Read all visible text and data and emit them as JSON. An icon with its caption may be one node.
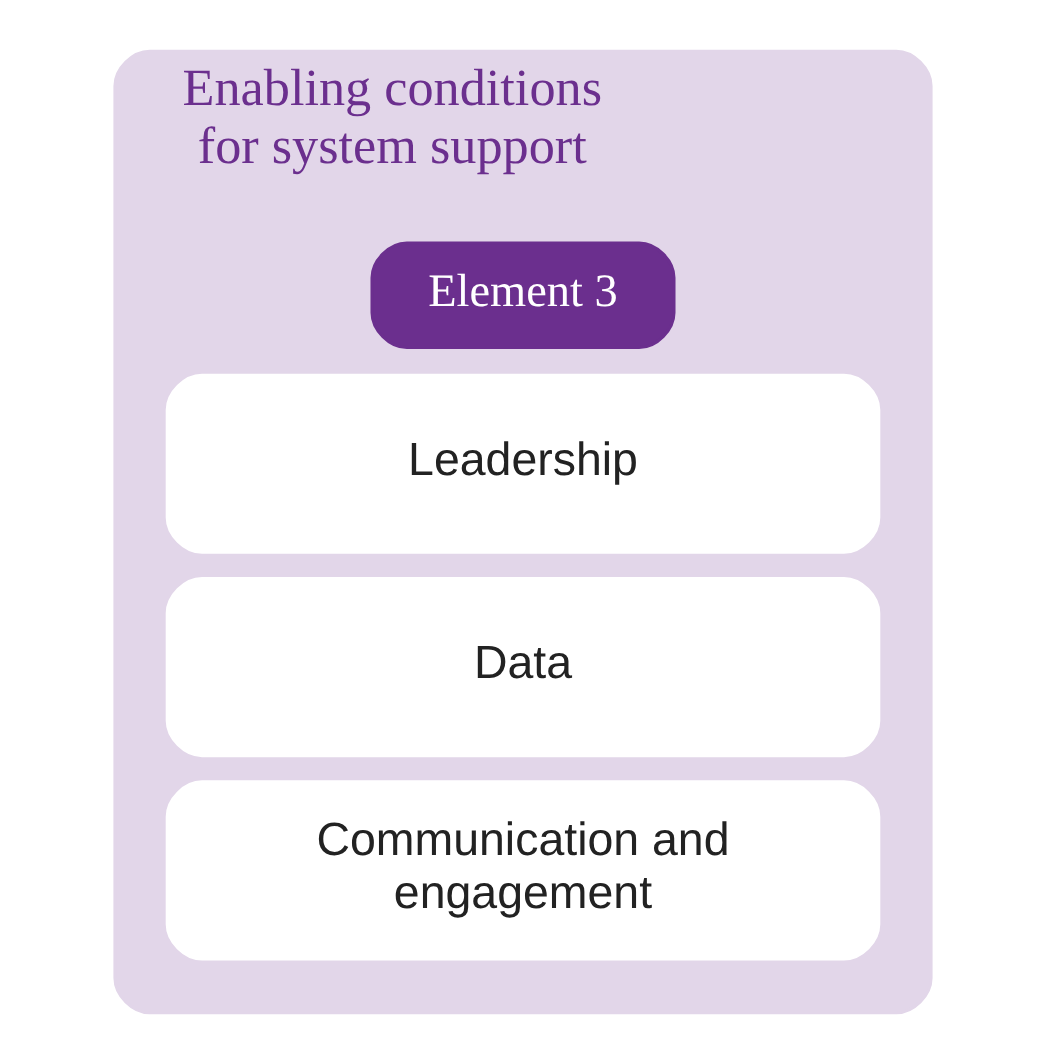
{
  "diagram": {
    "nodes": [
      {
        "text": [
          "Enabling conditions for system support"
        ]
      },
      {
        "text": [
          "Element 3"
        ],
        "in": 0
      },
      {
        "text": [
          "Leadership"
        ],
        "in": 0
      },
      {
        "text": [
          "Data"
        ],
        "in": 0
      },
      {
        "text": [
          "Communication and engagement"
        ],
        "in": 0
      }
    ],
    "edges": []
  }
}
